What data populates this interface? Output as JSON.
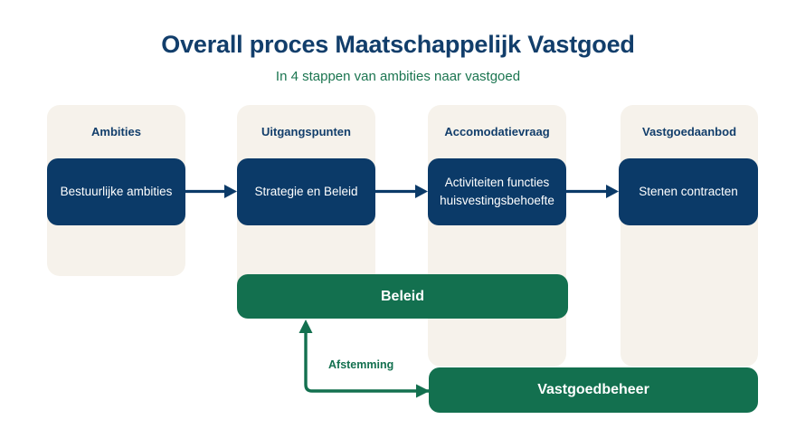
{
  "header": {
    "title": "Overall proces Maatschappelijk Vastgoed",
    "subtitle": "In 4 stappen van ambities naar vastgoed"
  },
  "colors": {
    "navy": "#0B3A68",
    "title_navy": "#123E6B",
    "green": "#13704F",
    "subtitle_green": "#1B7550",
    "panel_cream": "#F6F2EB",
    "background": "#FFFFFF"
  },
  "columns": [
    {
      "header": "Ambities",
      "box_label": "Bestuurlijke ambities"
    },
    {
      "header": "Uitgangspunten",
      "box_label": "Strategie en Beleid"
    },
    {
      "header": "Accomodatievraag",
      "box_label": "Activiteiten functies\nhuisvestingsbehoefte"
    },
    {
      "header": "Vastgoedaanbod",
      "box_label": "Stenen contracten"
    }
  ],
  "bars": {
    "policy": "Beleid",
    "management": "Vastgoedbeheer"
  },
  "loop": {
    "label": "Afstemming"
  },
  "icons": {
    "flow_arrow": "arrow-right-icon",
    "feedback_arrow": "feedback-loop-arrow-icon"
  }
}
